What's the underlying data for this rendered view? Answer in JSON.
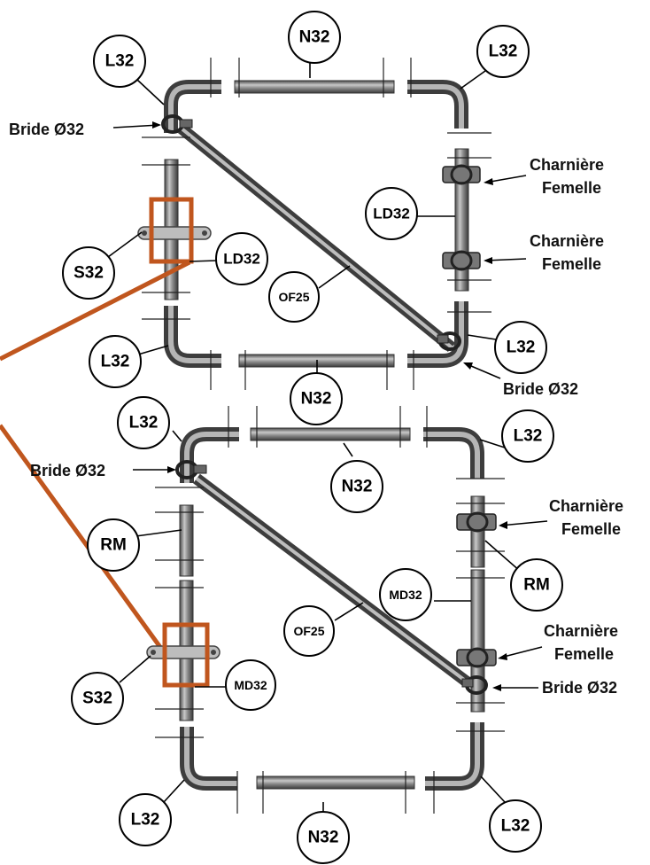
{
  "colors": {
    "highlight": "#c0561e",
    "tube_dark": "#3d3d3d",
    "tube_mid": "#9a9a9a",
    "outline": "#000000"
  },
  "icons": [
    "hinge-icon",
    "clamp-icon",
    "stay-plate-icon"
  ],
  "top_gate": {
    "labels": {
      "n32_top": "N32",
      "l32_top_left": "L32",
      "l32_top_right": "L32",
      "bride_left": "Bride Ø32",
      "charniere_1_line1": "Charnière",
      "charniere_1_line2": "Femelle",
      "ld32_right": "LD32",
      "charniere_2_line1": "Charnière",
      "charniere_2_line2": "Femelle",
      "s32": "S32",
      "ld32_left": "LD32",
      "of25": "OF25",
      "l32_bottom_left": "L32",
      "l32_bottom_right": "L32",
      "bride_right": "Bride Ø32",
      "n32_bottom": "N32"
    }
  },
  "bottom_gate": {
    "labels": {
      "l32_top_left": "L32",
      "l32_top_right": "L32",
      "bride_left": "Bride Ø32",
      "n32_top": "N32",
      "charniere_1_line1": "Charnière",
      "charniere_1_line2": "Femelle",
      "rm_left": "RM",
      "rm_right": "RM",
      "md32_right": "MD32",
      "of25": "OF25",
      "charniere_2_line1": "Charnière",
      "charniere_2_line2": "Femelle",
      "bride_right": "Bride Ø32",
      "s32": "S32",
      "md32_left": "MD32",
      "l32_bottom_left": "L32",
      "l32_bottom_right": "L32",
      "n32_bottom": "N32"
    }
  }
}
